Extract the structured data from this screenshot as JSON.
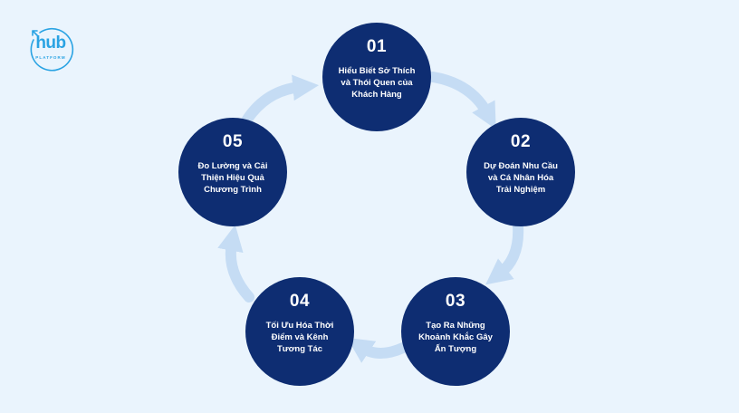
{
  "logo": {
    "word": "hub",
    "sub": "PLATFORM"
  },
  "colors": {
    "background": "#eaf4fd",
    "circle": "#0e2d72",
    "arrow": "#c5dcf4",
    "logo": "#2aa3e3"
  },
  "steps": [
    {
      "number": "01",
      "label": "Hiểu Biết Sở Thích và Thói Quen của Khách Hàng"
    },
    {
      "number": "02",
      "label": "Dự Đoán Nhu Cầu và Cá Nhân Hóa Trải Nghiệm"
    },
    {
      "number": "03",
      "label": "Tạo Ra Những Khoảnh Khắc Gây Ấn Tượng"
    },
    {
      "number": "04",
      "label": "Tối Ưu Hóa Thời Điểm và Kênh Tương Tác"
    },
    {
      "number": "05",
      "label": "Đo Lường và Cải Thiện Hiệu Quả Chương Trình"
    }
  ]
}
